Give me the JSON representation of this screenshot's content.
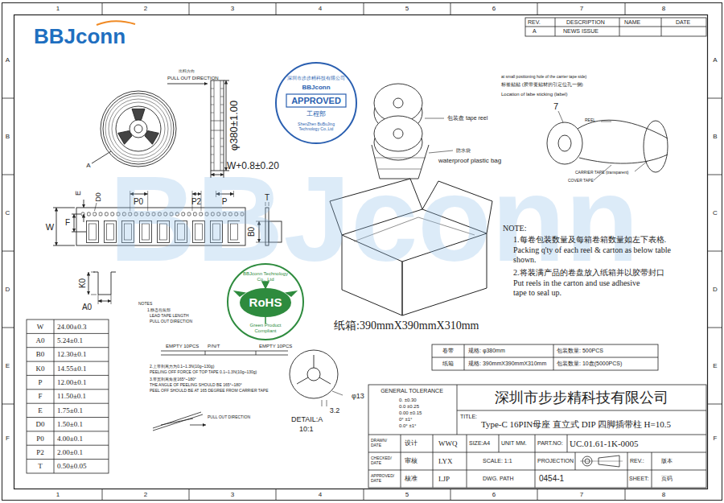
{
  "diagram": {
    "labels": [
      "1",
      "2",
      "3",
      "4",
      "5",
      "6",
      "7",
      "8",
      "1",
      "2",
      "3",
      "4",
      "5",
      "6",
      "7",
      "8",
      "A",
      "B",
      "C",
      "D",
      "E",
      "F",
      "A",
      "B",
      "C",
      "D",
      "E",
      "F",
      "REV.",
      "DESCRIPTION",
      "NAME",
      "DATE",
      "A",
      "NEWS ISSUE",
      "BBJconn",
      "BBJconn",
      "深圳市步步精科技有限公司",
      "BBJconn",
      "APPROVED",
      "工程部",
      "ShenZhen BuBuJing Technology Co.,Ltd",
      "BBJconn Technology Co., Ltd",
      "RoHS",
      "Green Product Compliant",
      "出料方向",
      "PULL OUT DIRECTION",
      "A",
      "φ380±1.00",
      "W+0.8±0.20",
      "E",
      "D0",
      "P0",
      "P2",
      "P",
      "T",
      "W",
      "F",
      "B0",
      "K0",
      "A0",
      "NOTES",
      "1.静态包装部",
      "LEAD TAPE LENGTH",
      "PULL OUT DIRECTION",
      "EMPTY 10PCS",
      "P/N/T",
      "EMPTY 10PCS",
      "2.上带剥离力为0.1~1.3N(10g~130g)",
      "PEELING OFF FORCE OF TOP TAPE 0.1~1.3N(10g~130g)",
      "3.带宽剥离角度165°~180°",
      "THE ANGLE OF PEELING SHOULD BE 165°~180°",
      "PEEL OFF SHOULD BE AT 165 DEGREE FROM CARRIER TAPE",
      "PULL OUT DIRECTION",
      "φ13",
      "3.2",
      "DETAIL:A",
      "10:1",
      "at small positioning hole of the carrier tape side)",
      "标签贴贴 (胶带要贴材的引定位孔一侧)",
      "Location of labe sticking (label)",
      "7",
      "REEL",
      "CARRIER TAPE (transparent)",
      "COVER TAPE",
      "包装盘 tape reel",
      "防水袋",
      "waterproof plastic bag",
      "纸箱:390mmX390mmX310mm",
      "NOTE:",
      "1.每卷包装数量及每箱卷箱数量如左下表格.",
      "Packing q'ty of each reel & carton as below table shown.",
      "2.将装满产品的卷盘放入纸箱并以胶带封口",
      "Put reels in the carton and use adhesive tape to seal up.",
      "卷带",
      "规格: φ380mm",
      "包装数量: 500PCS",
      "纸箱",
      "规格: 390mmX390mmX310mm",
      "包装数量: 10盘(5000PCS)",
      "W",
      "24.00±0.3",
      "A0",
      "5.24±0.1",
      "B0",
      "12.30±0.1",
      "K0",
      "14.55±0.1",
      "P",
      "12.00±0.1",
      "F",
      "11.50±0.1",
      "E",
      "1.75±0.1",
      "D0",
      "1.50±0.1",
      "P0",
      "4.00±0.1",
      "P2",
      "2.00±0.1",
      "T",
      "0.50±0.05",
      "GENERAL TOLERANCE",
      "0. ±0.30",
      "0.0 ±0.25",
      "0.00 ±0.15",
      "0° ±1°",
      "0.0° ±1°",
      "深圳市步步精科技有限公司",
      "TITLE:",
      "Type-C 16PIN母座 直立式 DIP 四脚插带柱 H=10.5",
      "DRAWN/ DATE",
      "设计",
      "WWQ",
      "CHECKED/ DATE",
      "审核",
      "LYX",
      "APPROVED/ DATE",
      "核准",
      "LJP",
      "SIZE:A4",
      "UNIT MM.",
      "PART.NO:",
      "UC.01.61-1K-0005",
      "SCALE: 1:1",
      "PROJECTION",
      "REV.:",
      "版本",
      "DWG. PATH",
      "0454-1",
      "SHEET:",
      "页码"
    ]
  }
}
